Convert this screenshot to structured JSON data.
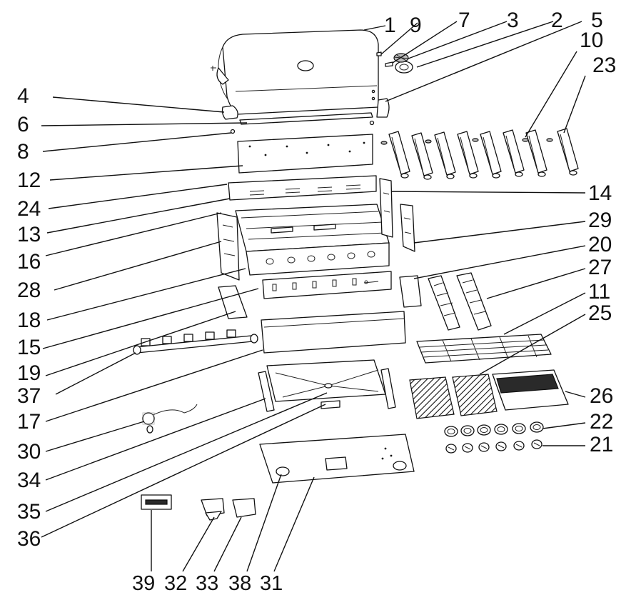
{
  "callouts": {
    "c1": "1",
    "c2": "2",
    "c3": "3",
    "c4": "4",
    "c5": "5",
    "c6": "6",
    "c7": "7",
    "c8": "8",
    "c9": "9",
    "c10": "10",
    "c11": "11",
    "c12": "12",
    "c13": "13",
    "c14": "14",
    "c15": "15",
    "c16": "16",
    "c17": "17",
    "c18": "18",
    "c19": "19",
    "c20": "20",
    "c21": "21",
    "c22": "22",
    "c23": "23",
    "c24": "24",
    "c25": "25",
    "c26": "26",
    "c27": "27",
    "c28": "28",
    "c29": "29",
    "c30": "30",
    "c31": "31",
    "c32": "32",
    "c33": "33",
    "c34": "34",
    "c35": "35",
    "c36": "36",
    "c37": "37",
    "c38": "38",
    "c39": "39"
  },
  "colors": {
    "line": "#111111",
    "background": "#ffffff"
  }
}
